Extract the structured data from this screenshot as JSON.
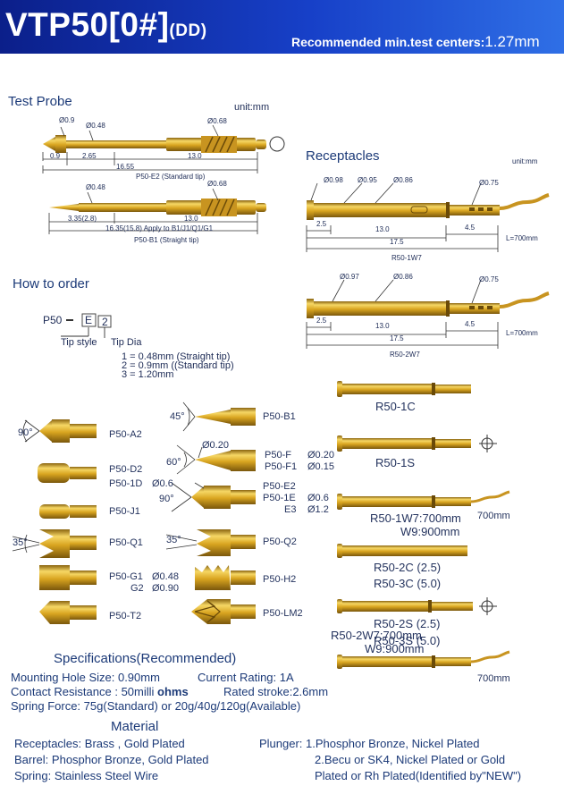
{
  "header": {
    "model": "VTP50[0#]",
    "suffix": "(DD)",
    "recommend_label": "Recommended min.test centers:",
    "recommend_value": "1.27mm"
  },
  "test_probe": {
    "title": "Test Probe",
    "unit": "unit:mm",
    "e2": {
      "d1": "Ø0.9",
      "d2": "Ø0.48",
      "d3": "Ø0.68",
      "l1": "0.9",
      "l2": "2.65",
      "l3": "13.0",
      "total": "16.55",
      "caption": "P50-E2 (Standard tip)"
    },
    "b1": {
      "d1": "Ø0.48",
      "d2": "Ø0.68",
      "l1": "3.35(2.8)",
      "l2": "13.0",
      "total": "16.35(15.8) Apply to B1/J1/Q1/G1",
      "caption": "P50-B1 (Straight tip)"
    }
  },
  "receptacles": {
    "title": "Receptacles",
    "unit": "unit:mm",
    "w7": {
      "d1": "Ø0.98",
      "d2": "Ø0.95",
      "d3": "Ø0.86",
      "d4": "Ø0.75",
      "l1": "2.5",
      "l2": "13.0",
      "l3": "4.5",
      "total": "17.5",
      "wire": "L=700mm",
      "caption": "R50-1W7"
    },
    "w72": {
      "d1": "Ø0.97",
      "d2": "Ø0.86",
      "d3": "Ø0.75",
      "l1": "2.5",
      "l2": "13.0",
      "l3": "4.5",
      "total": "17.5",
      "wire": "L=700mm",
      "caption": "R50-2W7"
    }
  },
  "order": {
    "title": "How to order",
    "code_prefix": "P50",
    "code_box1": "E",
    "code_box2": "2",
    "tip_style": "Tip style",
    "tip_dia": "Tip Dia",
    "opt1": "1 = 0.48mm (Straight tip)",
    "opt2": "2 = 0.9mm ((Standard tip)",
    "opt3": "3 = 1.20mm"
  },
  "tips": {
    "a2": "P50-A2",
    "a2_angle": "90°",
    "d2": "P50-D2",
    "d1": "P50-1D",
    "d1_dia": "Ø0.6",
    "j1": "P50-J1",
    "q1": "P50-Q1",
    "q1_angle": "35°",
    "g1": "P50-G1",
    "g1_dia": "Ø0.48",
    "g2": "G2",
    "g2_dia": "Ø0.90",
    "t2": "P50-T2",
    "b1": "P50-B1",
    "b1_angle": "45°",
    "f_dia_top": "Ø0.20",
    "f_angle": "60°",
    "f": "P50-F",
    "f_dia": "Ø0.20",
    "f1": "P50-F1",
    "f1_dia": "Ø0.15",
    "e_angle": "90°",
    "e2": "P50-E2",
    "e1": "P50-1E",
    "e1_dia": "Ø0.6",
    "e3": "E3",
    "e3_dia": "Ø1.2",
    "q2": "P50-Q2",
    "q2_angle": "35°",
    "h2": "P50-H2",
    "lm2": "P50-LM2"
  },
  "rec_list": {
    "r1c": "R50-1C",
    "r1s": "R50-1S",
    "r1w7": "R50-1W7:700mm",
    "r1w7b": "W9:900mm",
    "r1w7_wire": "700mm",
    "r2c": "R50-2C (2.5)",
    "r3c": "R50-3C (5.0)",
    "r2s": "R50-2S (2.5)",
    "r3s": "R50-3S (5.0)",
    "r2w7": "R50-2W7:700mm",
    "r2w7b": "W9:900mm",
    "r2w7_wire": "700mm"
  },
  "specs": {
    "title": "Specifications(Recommended)",
    "mounting_label": "Mounting Hole Size:",
    "mounting_value": "0.90mm",
    "current_label": "Current Rating:",
    "current_value": "1A",
    "contact_label": "Contact Resistance :",
    "contact_value": "50milli",
    "contact_unit": "ohms",
    "stroke_label": "Rated stroke:",
    "stroke_value": "2.6mm",
    "spring_label": "Spring Force:",
    "spring_value": "75g(Standard) or 20g/40g/120g(Available)"
  },
  "material": {
    "title": "Material",
    "rec_label": "Receptacles:",
    "rec_value": "Brass , Gold Plated",
    "barrel_label": "Barrel:",
    "barrel_value": "Phosphor Bronze, Gold Plated",
    "spring_label": "Spring:",
    "spring_value": "Stainless Steel Wire",
    "plunger_label": "Plunger:",
    "plunger_1": "1.Phosphor Bronze, Nickel Plated",
    "plunger_2": "2.Becu or SK4, Nickel Plated or Gold",
    "plunger_3": "Plated or Rh Plated(Identified by\"NEW\")"
  },
  "colors": {
    "gold": "#d9a520",
    "gold_light": "#f3cf55",
    "gold_dark": "#8a6410",
    "header_left": "#0b1f8a",
    "header_right": "#2f6fe6",
    "text": "#1c3a78"
  }
}
